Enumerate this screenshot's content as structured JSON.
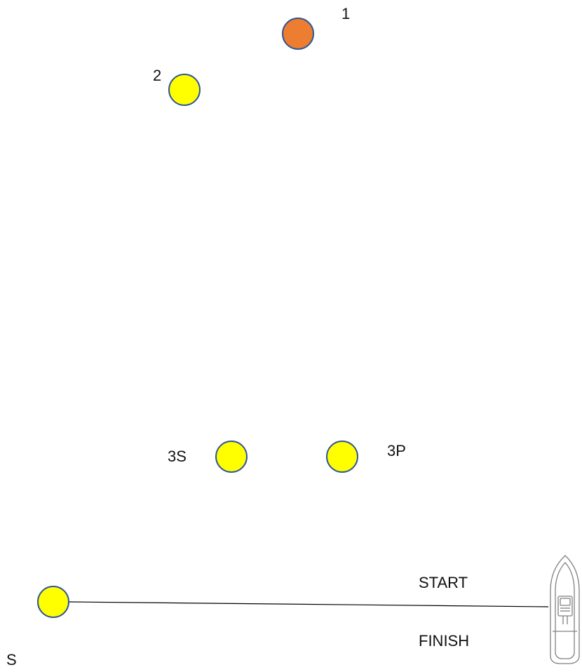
{
  "colors": {
    "buoy_yellow": "#FFFF00",
    "buoy_orange": "#ED7D31",
    "buoy_outline": "#2F5597",
    "line": "#000000",
    "boat_outline": "#7F7F7F"
  },
  "marks": {
    "mark_1": {
      "label": "1",
      "color": "orange"
    },
    "mark_2": {
      "label": "2",
      "color": "yellow"
    },
    "mark_3s": {
      "label": "3S",
      "color": "yellow"
    },
    "mark_3p": {
      "label": "3P",
      "color": "yellow"
    },
    "start_pin": {
      "label": "S",
      "color": "yellow"
    }
  },
  "line_labels": {
    "start": "START",
    "finish": "FINISH"
  },
  "committee_boat": {
    "icon": "committee-boat-icon"
  }
}
